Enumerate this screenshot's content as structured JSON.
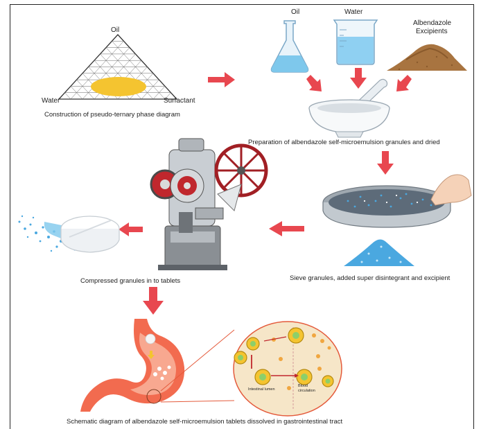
{
  "phase_diagram": {
    "top": "Oil",
    "left": "Water",
    "right": "Surfactant",
    "caption": "Construction of pseudo-ternary phase diagram"
  },
  "ingredients": {
    "oil": "Oil",
    "water": "Water",
    "albendazole_line1": "Albendazole",
    "albendazole_line2": "Excipients"
  },
  "captions": {
    "preparation": "Preparation of albendazole self-microemulsion granules and dried",
    "sieve": "Sieve granules, added super disintegrant and excipient",
    "compress": "Compressed granules in to tablets",
    "schematic": "Schematic diagram of albendazole self-microemulsion tablets dissolved in gastrointestinal tract"
  },
  "inset": {
    "intestinal_lumen": "Intestinal lumen",
    "blood_line1": "Blood",
    "blood_line2": "circulation"
  },
  "colors": {
    "arrow": "#e8474f",
    "emulsion": "#f4c430",
    "stomach": "#f26b4f",
    "sieve_blue": "#4aa8e0",
    "inset_bg": "#f6e6c8"
  }
}
